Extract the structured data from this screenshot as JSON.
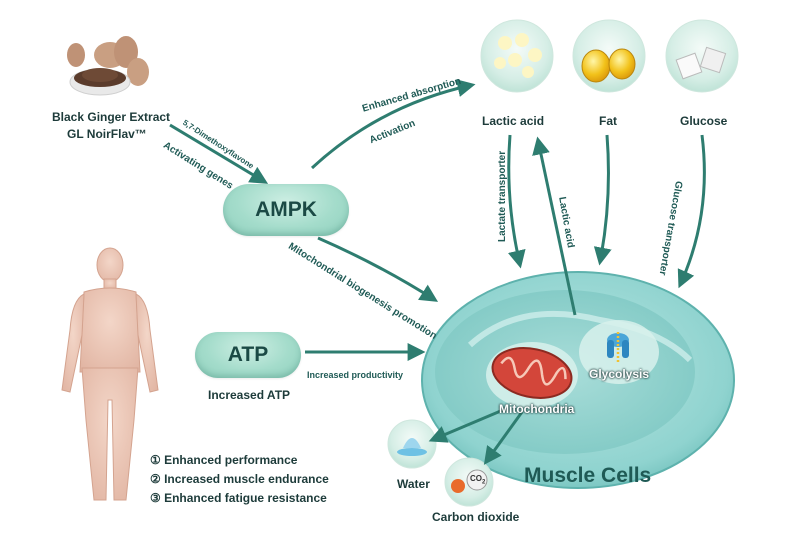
{
  "ginger": {
    "name": "Black Ginger Extract",
    "brand": "GL NoirFlav™"
  },
  "compound_label": "5,7-Dimethoxyflavone",
  "activating_genes": "Activating genes",
  "ampk": "AMPK",
  "atp": "ATP",
  "increased_atp": "Increased ATP",
  "increased_productivity": "Increased productivity",
  "enhanced_absorption": "Enhanced absorption",
  "activation": "Activation",
  "mito_biogenesis": "Mitochondrial biogenesis promotion",
  "nutrients": {
    "lactic_acid": "Lactic acid",
    "fat": "Fat",
    "glucose": "Glucose"
  },
  "lactate_transporter": "Lactate transporter",
  "lactic_acid_arrow": "Lactic acid",
  "glucose_transporter": "Glucose transporter",
  "glycolysis": "Glycolysis",
  "mitochondria": "Mitochondria",
  "muscle_cells": "Muscle Cells",
  "co2_symbol": "CO",
  "co2_sub": "2",
  "water": "Water",
  "carbon_dioxide": "Carbon dioxide",
  "benefits": [
    "① Enhanced performance",
    "② Increased muscle endurance",
    "③ Enhanced fatigue resistance"
  ],
  "colors": {
    "arrow": "#2e7d70",
    "text": "#1f5a55",
    "pill": "#a4dccb",
    "cell": "#8fd3cf"
  }
}
